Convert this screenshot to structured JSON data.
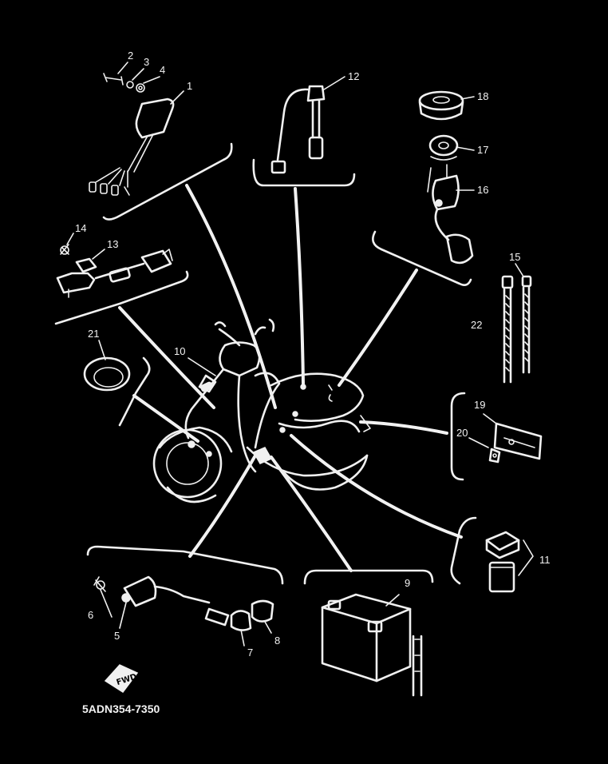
{
  "diagram": {
    "drawing_number": "5ADN354-7350",
    "fwd_stamp": "FWD",
    "callouts": [
      "1",
      "2",
      "3",
      "4",
      "5",
      "6",
      "7",
      "8",
      "9",
      "10",
      "11",
      "12",
      "13",
      "14",
      "15",
      "16",
      "17",
      "18",
      "19",
      "20",
      "21",
      "22"
    ],
    "colors": {
      "background": "#000000",
      "linework": "#f0f0f0"
    }
  }
}
